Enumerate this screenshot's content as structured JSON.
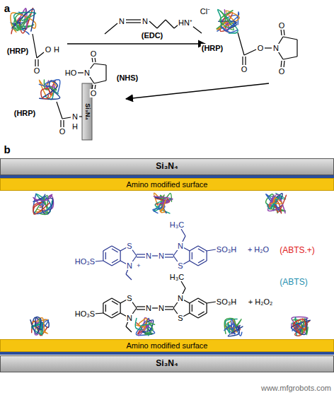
{
  "diagram": {
    "nodes": [
      {
        "text": [
          "Si₃N₄"
        ]
      },
      {
        "text": [
          "Amino modified surface"
        ]
      },
      {
        "text": [
          "Amino modified surface"
        ]
      },
      {
        "text": [
          "Si₃N₄"
        ]
      }
    ],
    "labels": [
      "a",
      "(HRP)",
      "O",
      "O",
      "H",
      "N",
      "N",
      "HN⁺",
      "Cl⁻",
      "(EDC)",
      "HO",
      "N",
      "O",
      "O",
      "(NHS)",
      "(HRP)",
      "O",
      "O",
      "N",
      "O",
      "O",
      "(HRP)",
      "O",
      "N",
      "H",
      "Si₃N₄",
      "b",
      "HO₃S",
      "S",
      "N",
      "+",
      "N",
      "N",
      "N",
      "S",
      "H₃C",
      "SO₃H",
      "+ H₂O",
      "(ABTS.+)",
      "HO₃S",
      "S",
      "N",
      "N",
      "N",
      "N",
      "S",
      "H₃C",
      "SO₃H",
      "+ H₂O₂",
      "(ABTS)",
      "www.mfgrobots.com"
    ]
  }
}
